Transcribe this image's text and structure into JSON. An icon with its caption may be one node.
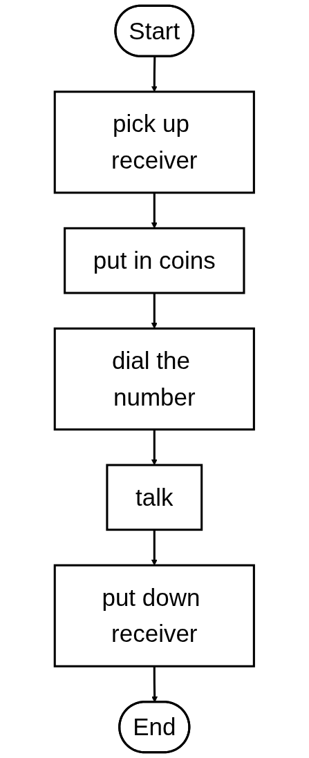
{
  "diagram": {
    "nodes": [
      {
        "text": [
          "Start"
        ]
      },
      {
        "text": [
          "pick up receiver"
        ]
      },
      {
        "text": [
          "put in coins"
        ]
      },
      {
        "text": [
          "dial the number"
        ]
      },
      {
        "text": [
          "talk"
        ]
      },
      {
        "text": [
          "put down receiver"
        ]
      },
      {
        "text": [
          "End"
        ]
      }
    ],
    "edges": [
      {
        "from": 0,
        "to": 1,
        "arrow": "to"
      },
      {
        "from": 1,
        "to": 2,
        "arrow": "to"
      },
      {
        "from": 2,
        "to": 3,
        "arrow": "to"
      },
      {
        "from": 3,
        "to": 4,
        "arrow": "to"
      },
      {
        "from": 4,
        "to": 5,
        "arrow": "to"
      },
      {
        "from": 5,
        "to": 6,
        "arrow": "to"
      }
    ]
  }
}
